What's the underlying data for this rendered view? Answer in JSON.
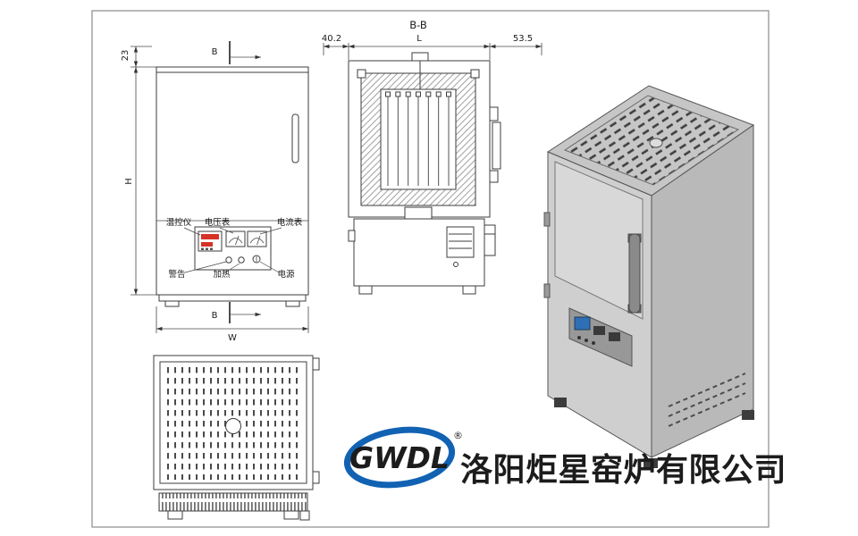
{
  "branding": {
    "logo_text": "GWDL",
    "registered_mark": "®",
    "company_name": "洛阳炬星窑炉有限公司"
  },
  "front_view": {
    "dim_height": "H",
    "dim_width": "W",
    "dim_top": "23",
    "section_marker_top": "B",
    "section_marker_bottom": "B",
    "panel_labels": {
      "temp_controller": "温控仪",
      "voltmeter": "电压表",
      "ammeter": "电流表",
      "alarm": "警告",
      "heating": "加热",
      "power": "电源"
    }
  },
  "section_view": {
    "title": "B-B",
    "dim_left": "40.2",
    "dim_length": "L",
    "dim_right": "53.5"
  },
  "colors": {
    "drawing_line": "#3d3d3d",
    "company_red": "#d2251a",
    "logo_blue": "#1262b3",
    "iso_top_gray": "#c6c6c6",
    "iso_front_gray": "#cfcfcf",
    "iso_side_gray": "#b9b9b9",
    "display_blue": "#2f6fb5",
    "display_red": "#d63226"
  }
}
